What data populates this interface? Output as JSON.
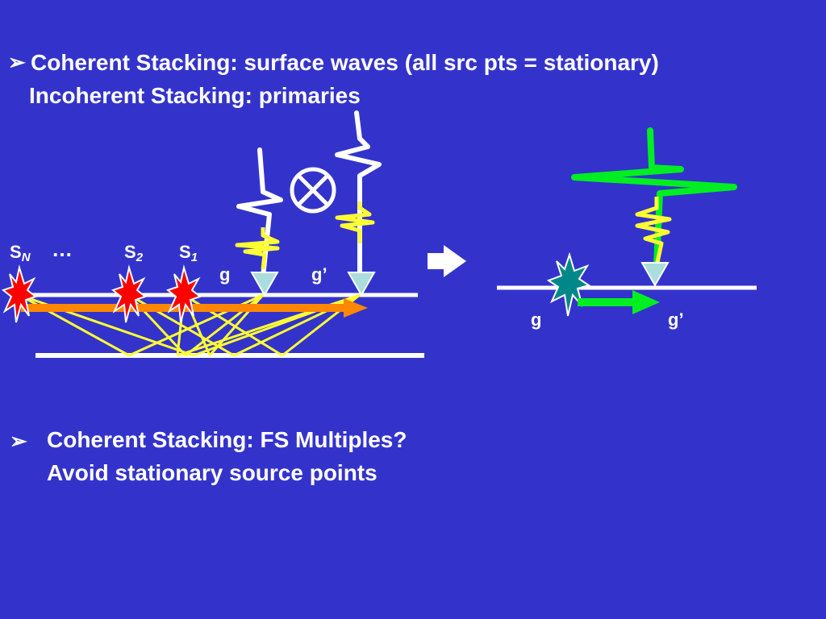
{
  "bullet_glyph": "➢",
  "bullet1": {
    "line1": "Coherent Stacking: surface waves (all src pts = stationary)",
    "line2": "Incoherent Stacking: primaries"
  },
  "bullet2": {
    "line1": "Coherent Stacking:  FS Multiples?",
    "line2": "Avoid stationary source points"
  },
  "left_diagram": {
    "source_labels": [
      {
        "base": "S",
        "sub": "N"
      },
      {
        "base": "S",
        "sub": "2"
      },
      {
        "base": "S",
        "sub": "1"
      }
    ],
    "ellipsis": "…",
    "receiver_labels": [
      "g",
      "g’"
    ]
  },
  "right_diagram": {
    "receiver_labels": [
      "g",
      "g’"
    ]
  },
  "colors": {
    "background": "#3333cc",
    "source_star": "#ff0000",
    "ray": "#ffff33",
    "surface_wave_arrow": "#ff8800",
    "stacked_trace": "#00ee22",
    "virtual_source": "#008888",
    "receiver": "#aadddd"
  },
  "icons": [
    "bullet-arrow-icon",
    "cross-correlation-icon",
    "arrow-right-icon",
    "explosion-star-icon",
    "receiver-triangle-icon"
  ]
}
